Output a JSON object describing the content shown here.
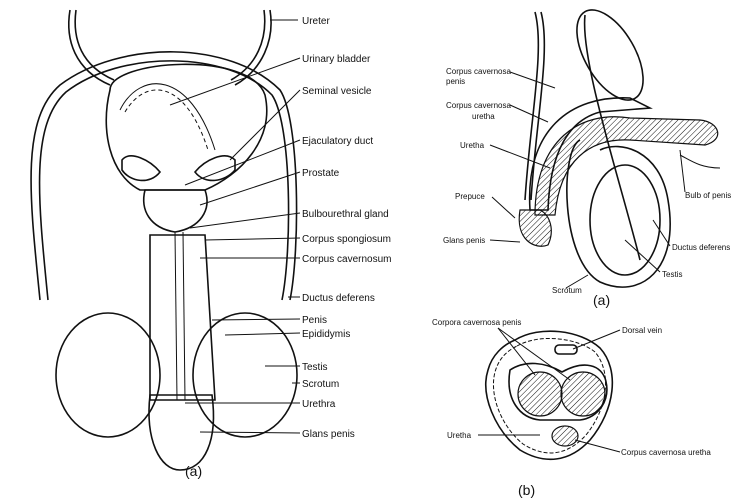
{
  "figure_a_front": {
    "caption": "(a)",
    "labels": {
      "ureter": "Ureter",
      "urinary_bladder": "Urinary bladder",
      "seminal_vesicle": "Seminal vesicle",
      "ejaculatory_duct": "Ejaculatory duct",
      "prostate": "Prostate",
      "bulbourethral_gland": "Bulbourethral gland",
      "corpus_spongiosum": "Corpus spongiosum",
      "corpus_cavernosum": "Corpus cavernosum",
      "ductus_deferens": "Ductus deferens",
      "penis": "Penis",
      "epididymis": "Epididymis",
      "testis": "Testis",
      "scrotum": "Scrotum",
      "urethra": "Urethra",
      "glans_penis": "Glans penis"
    }
  },
  "figure_a_side": {
    "caption": "(a)",
    "labels": {
      "corpus_cavernosa_penis_1": "Corpus cavernosa",
      "corpus_cavernosa_penis_2": "penis",
      "corpus_cavernosa_uretha_1": "Corpus cavernosa",
      "corpus_cavernosa_uretha_2": "uretha",
      "uretha": "Uretha",
      "prepuce": "Prepuce",
      "glans_penis": "Glans penis",
      "scrotum": "Scrotum",
      "testis": "Testis",
      "ductus_deferens": "Ductus deferens",
      "bulb_of_penis": "Bulb of penis"
    }
  },
  "figure_b_cross_section": {
    "caption": "(b)",
    "labels": {
      "corpora_cavernosa_penis": "Corpora cavernosa penis",
      "dorsal_vein": "Dorsal vein",
      "uretha": "Uretha",
      "corpus_cavernosa_uretha": "Corpus cavernosa uretha"
    }
  }
}
